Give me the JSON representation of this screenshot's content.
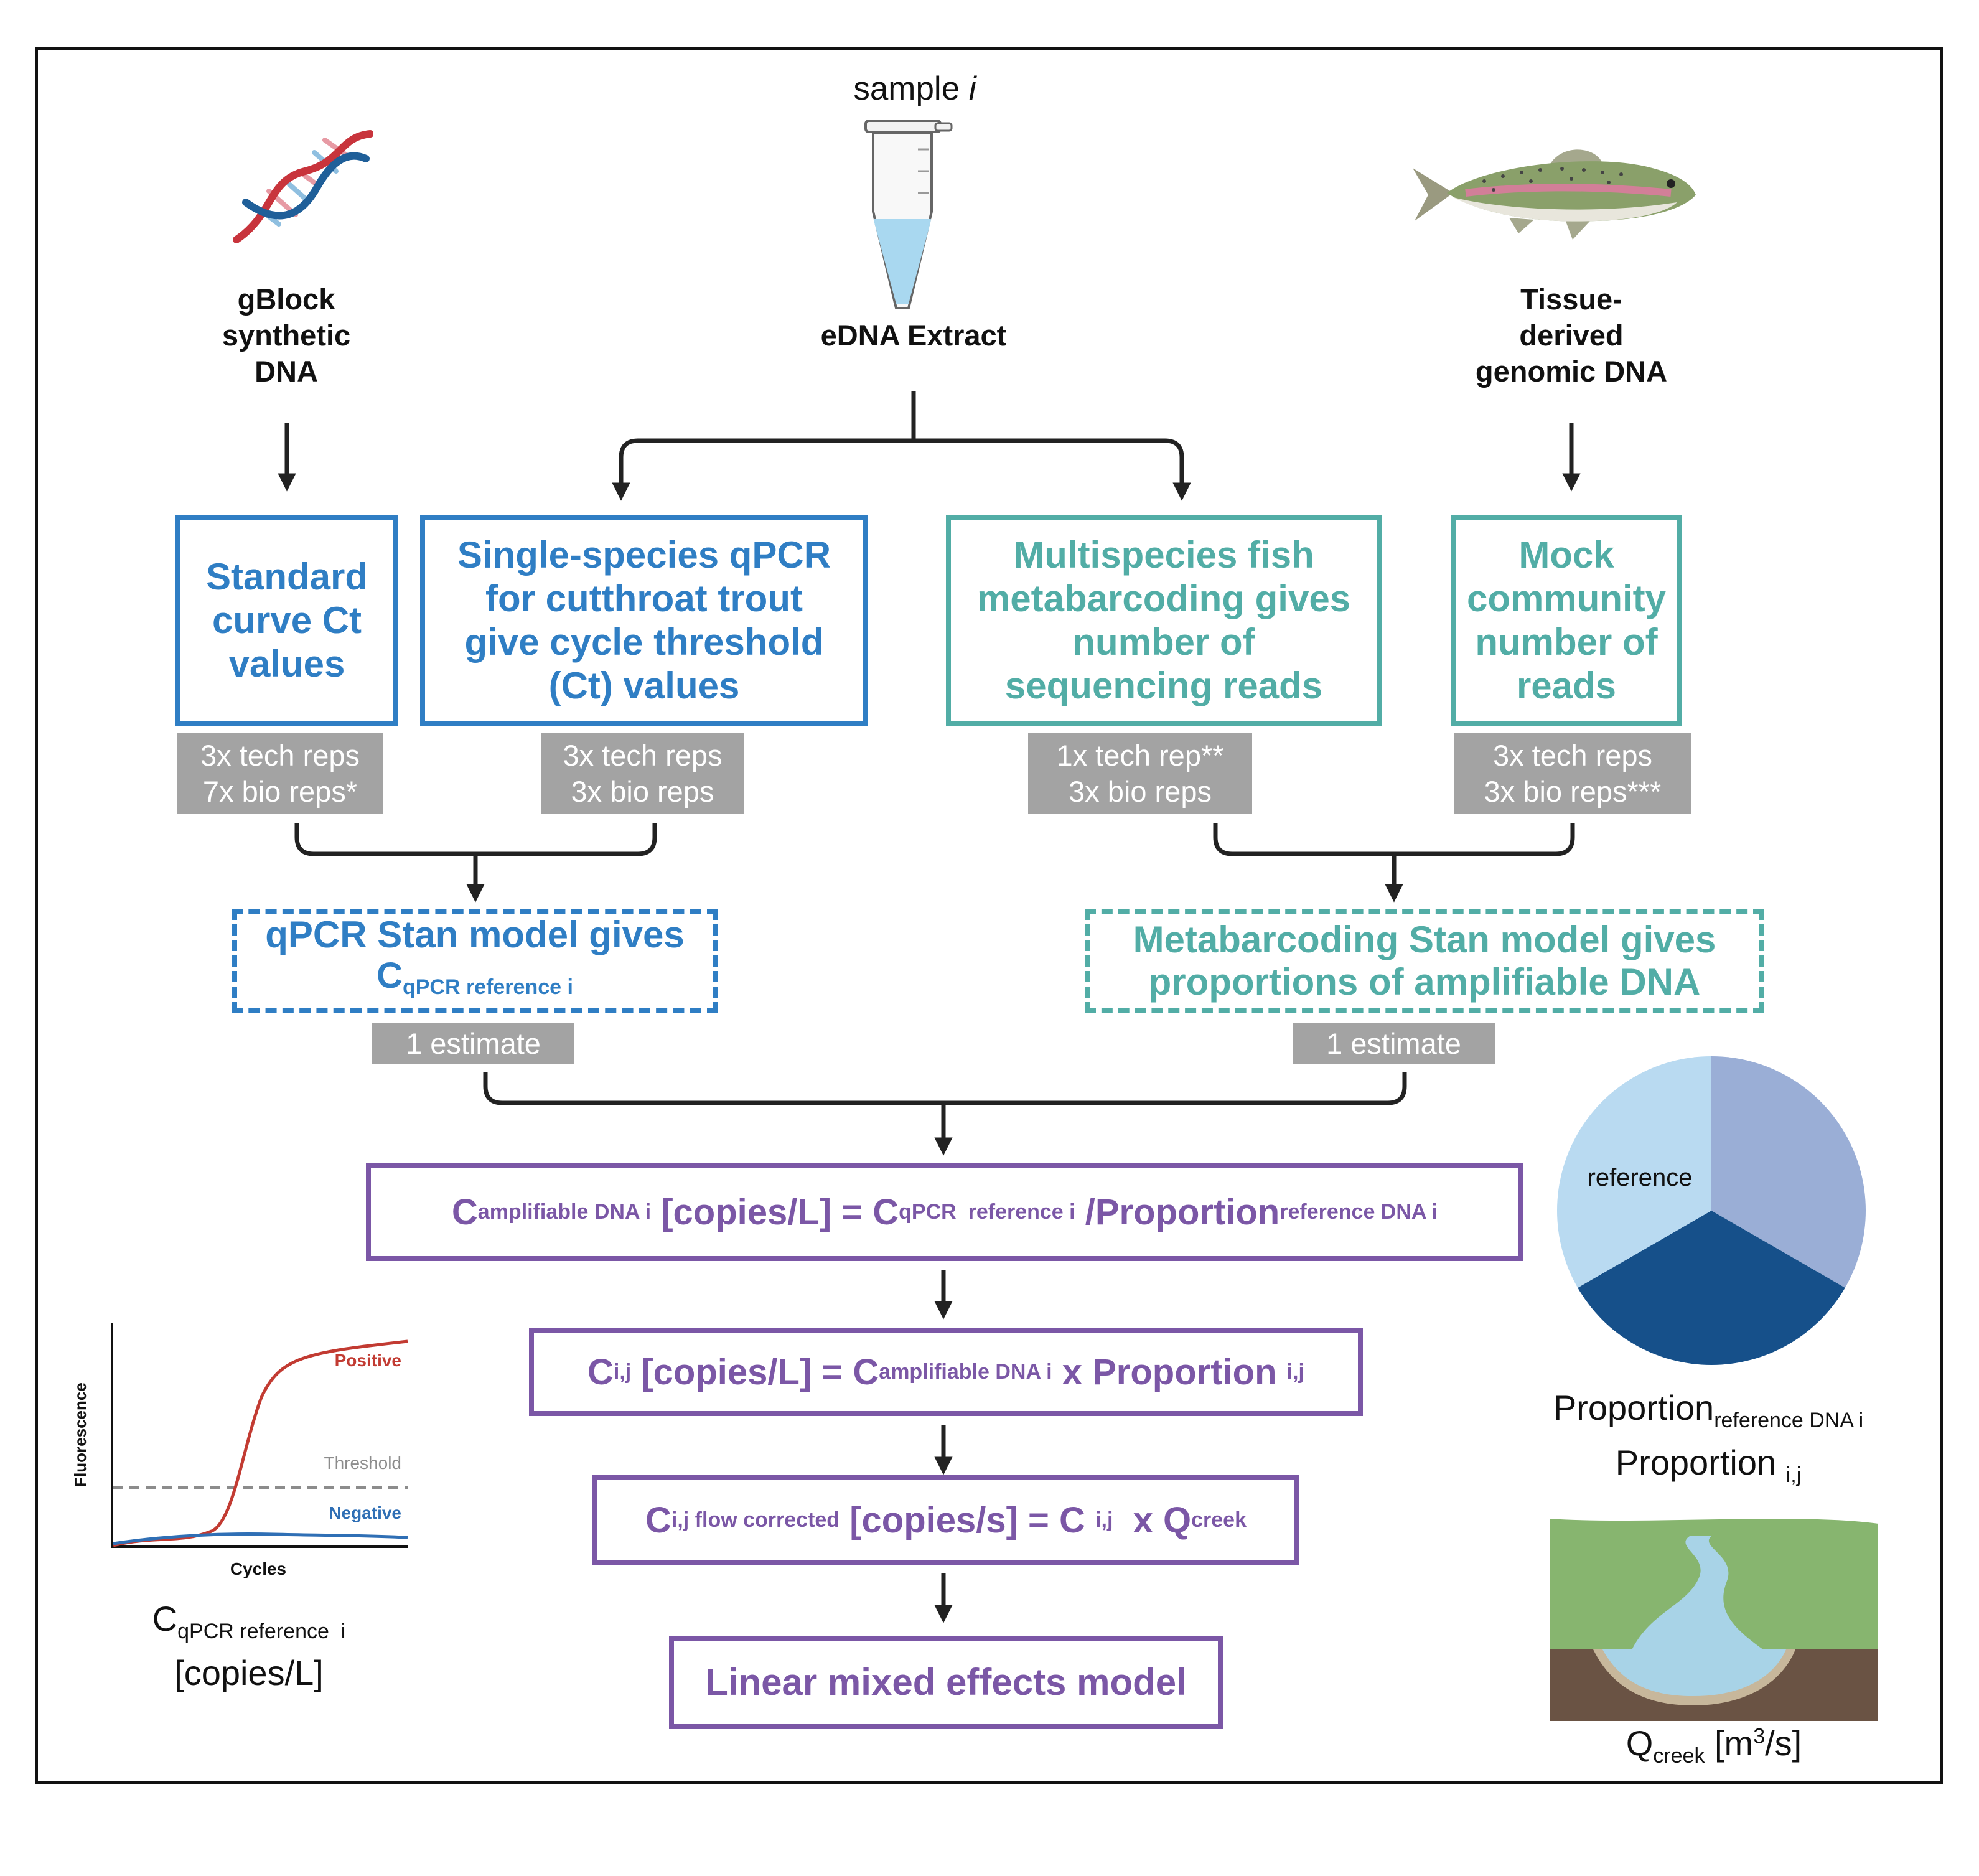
{
  "source": {
    "sample_prefix": "sample ",
    "sample_var": "i",
    "gblock": [
      "gBlock",
      "synthetic",
      "DNA"
    ],
    "edna": "eDNA Extract",
    "tissue": [
      "Tissue-",
      "derived",
      "genomic DNA"
    ]
  },
  "boxes": {
    "standard_curve": "Standard curve Ct values",
    "single_species": "Single-species qPCR for cutthroat trout give cycle threshold (Ct) values",
    "multispecies": "Multispecies fish metabarcoding gives number of sequencing reads",
    "mock": "Mock community number of reads"
  },
  "reps": {
    "standard_curve": [
      "3x tech reps",
      "7x bio reps*"
    ],
    "single_species": [
      "3x tech reps",
      "3x bio reps"
    ],
    "multispecies": [
      "1x tech rep**",
      "3x bio reps"
    ],
    "mock": [
      "3x tech reps",
      "3x bio reps***"
    ]
  },
  "models": {
    "qpcr_line1": "qPCR Stan model gives",
    "qpcr_C": "C",
    "qpcr_sub": "qPCR reference i",
    "meta_line1": "Metabarcoding Stan model gives",
    "meta_line2": "proportions of amplifiable DNA",
    "estimate": "1 estimate"
  },
  "equations": {
    "eq1": {
      "c1": "C",
      "c1_sub": "amplifiable DNA i",
      "mid1": " [copies/L] = ",
      "c2": "C",
      "c2_sub": "qPCR  reference i",
      "mid2": " /Proportion",
      "p_sub": "reference DNA i"
    },
    "eq2": {
      "c1": "C",
      "c1_sub": "i,j",
      "mid1": " [copies/L] = ",
      "c2": "C",
      "c2_sub": "amplifiable DNA i",
      "mid2": " x Proportion ",
      "p_sub": "i,j"
    },
    "eq3": {
      "c1": "C",
      "c1_sub": "i,j flow corrected",
      "mid1": " [copies/s] = C ",
      "c2_sub": "i,j",
      "mid2": "  x Q",
      "q_sub": "creek"
    },
    "final": "Linear mixed effects model"
  },
  "pie": {
    "slice_label": "reference",
    "slices": [
      {
        "name": "reference",
        "value": 0.3333,
        "color": "#b9daf1"
      },
      {
        "name": "",
        "value": 0.3333,
        "color": "#9aaed6"
      },
      {
        "name": "",
        "value": 0.3334,
        "color": "#16508a"
      }
    ],
    "caption1_main": "Proportion",
    "caption1_sub": "reference DNA i",
    "caption2_main": "Proportion ",
    "caption2_sub": "i,j"
  },
  "qpcr_plot": {
    "ylabel": "Fluorescence",
    "xlabel": "Cycles",
    "positive": "Positive",
    "threshold": "Threshold",
    "negative": "Negative",
    "caption_C": "C",
    "caption_sub": "qPCR reference  i",
    "caption_units": "[copies/L]",
    "colors": {
      "positive": "#c23b32",
      "negative": "#2f6fb5",
      "threshold": "#8c8c8c"
    }
  },
  "creek": {
    "Q": "Q",
    "Q_sub": "creek",
    "units_pre": " [m",
    "units_sup": "3",
    "units_post": "/s]"
  }
}
